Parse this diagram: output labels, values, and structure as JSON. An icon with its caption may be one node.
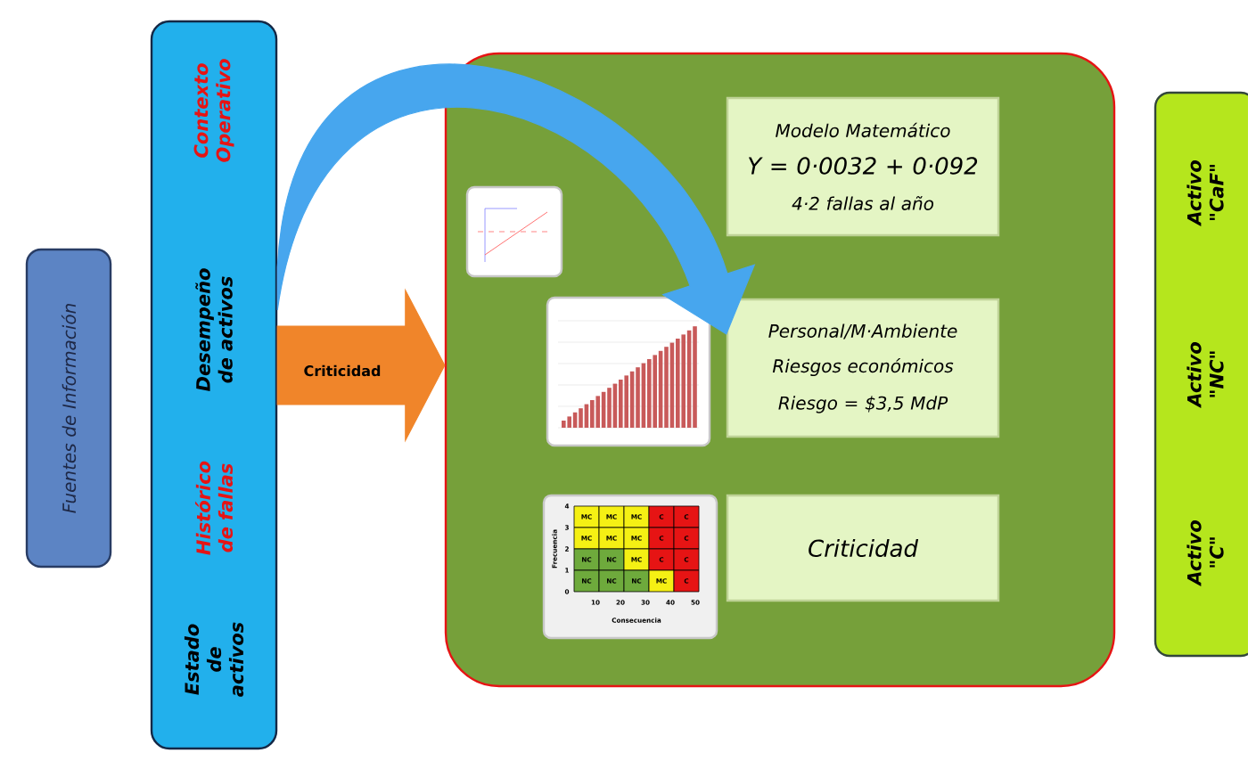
{
  "diagram": {
    "nodes": [
      {
        "text": [
          "Fuentes de Información"
        ]
      },
      {
        "text": [
          "Estado de activos",
          "Histórico de fallas",
          "Desempeño de activos",
          "Contexto Operativo"
        ]
      },
      {
        "text": [],
        "shape": "box"
      },
      {
        "text": [],
        "shape": "picture",
        "in": 2
      },
      {
        "text": [
          "Modelo Matemático",
          "Y = 0·0032 + 0·092",
          "4·2 fallas al año"
        ],
        "in": 2
      },
      {
        "text": [],
        "shape": "picture",
        "in": 2
      },
      {
        "text": [
          "Personal/M·Ambiente",
          "Riesgos económicos",
          "Riesgo = $3,5 MdP"
        ],
        "in": 2
      },
      {
        "text": [],
        "shape": "picture",
        "in": 2
      },
      {
        "text": [
          "Criticidad"
        ],
        "in": 2
      },
      {
        "text": [
          "Activo \"C\"",
          "Activo \"NC\"",
          "Activo \"CaF\""
        ]
      }
    ],
    "edges": [
      {
        "from": 1,
        "to": 2,
        "arrow": "to",
        "label": "Criticidad",
        "style": "thick",
        "color": "#f0852a"
      },
      {
        "from": 1,
        "to": 6,
        "arrow": "to",
        "style": "thick",
        "color": "#47a6ee"
      }
    ],
    "labels": [
      "MC",
      "MC",
      "MC",
      "C",
      "C",
      "MC",
      "MC",
      "MC",
      "C",
      "C",
      "NC",
      "NC",
      "MC",
      "C",
      "C",
      "NC",
      "NC",
      "NC",
      "MC",
      "C",
      "4",
      "3",
      "2",
      "1",
      "0",
      "10",
      "20",
      "30",
      "40",
      "50",
      "Frecuencia",
      "Consecuencia"
    ]
  }
}
